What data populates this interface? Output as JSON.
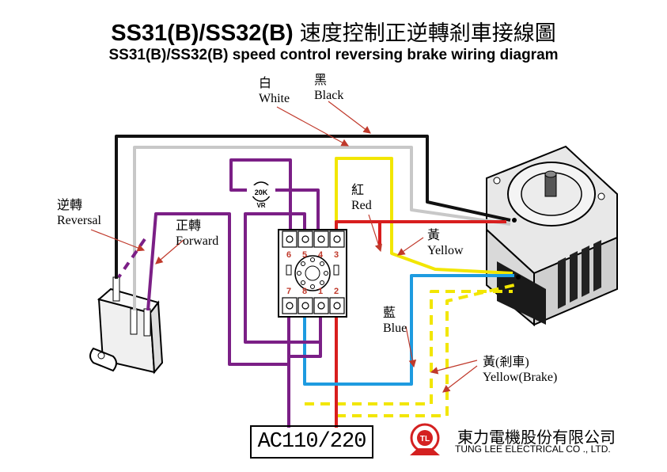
{
  "title": {
    "model": "SS31(B)/SS32(B)",
    "zh": "速度控制正逆轉剎車接線圖",
    "en": "SS31(B)/SS32(B) speed control reversing brake wiring diagram"
  },
  "labels": {
    "white_zh": "白",
    "white_en": "White",
    "black_zh": "黑",
    "black_en": "Black",
    "reversal_zh": "逆轉",
    "reversal_en": "Reversal",
    "forward_zh": "正轉",
    "forward_en": "Forward",
    "red_zh": "紅",
    "red_en": "Red",
    "yellow_zh": "黃",
    "yellow_en": "Yellow",
    "blue_zh": "藍",
    "blue_en": "Blue",
    "brake_zh": "黃(剎車)",
    "brake_en": "Yellow(Brake)"
  },
  "pot": {
    "value": "20K",
    "tag": "VR"
  },
  "relay_terminals": {
    "t6": "6",
    "t5": "5",
    "t4": "4",
    "t3": "3",
    "t7": "7",
    "t8": "8",
    "t1": "1",
    "t2": "2"
  },
  "power": "AC110/220",
  "company": {
    "zh": "東力電機股份有限公司",
    "en": "TUNG LEE ELECTRICAL CO ., LTD.",
    "logo_mark": "TL"
  },
  "colors": {
    "black_wire": "#111111",
    "white_wire": "#c8c8c8",
    "yellow_wire": "#f2e600",
    "red_wire": "#d81e1e",
    "blue_wire": "#1e9be0",
    "purple_wire": "#7b1f86",
    "label_red": "#c0392b",
    "logo_red": "#d42020"
  }
}
